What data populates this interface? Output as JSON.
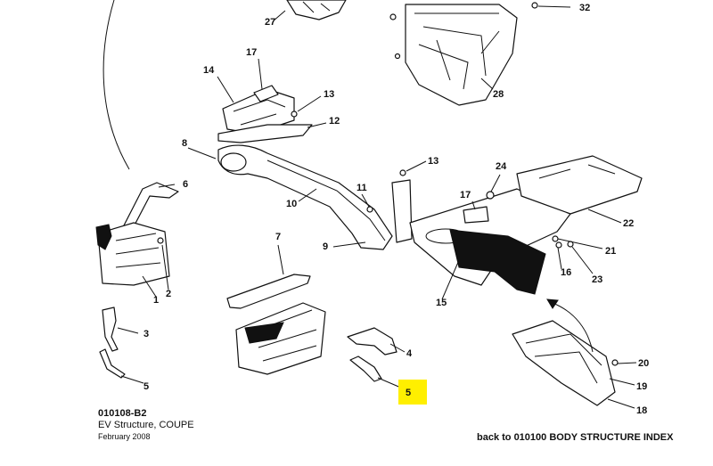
{
  "diagram": {
    "code": "010108-B2",
    "title": "EV Structure, COUPE",
    "date": "February 2008",
    "back_link": "back to 010100 BODY STRUCTURE INDEX",
    "highlight_color": "#ffef00",
    "callouts": {
      "c1": "1",
      "c2": "2",
      "c3": "3",
      "c4": "4",
      "c5a": "5",
      "c5b": "5",
      "c6": "6",
      "c7": "7",
      "c8": "8",
      "c9": "9",
      "c10": "10",
      "c11": "11",
      "c12": "12",
      "c13a": "13",
      "c13b": "13",
      "c14": "14",
      "c15": "15",
      "c16": "16",
      "c17a": "17",
      "c17b": "17",
      "c18": "18",
      "c19": "19",
      "c20": "20",
      "c21": "21",
      "c22": "22",
      "c23": "23",
      "c24": "24",
      "c27": "27",
      "c28": "28",
      "c32": "32"
    }
  }
}
